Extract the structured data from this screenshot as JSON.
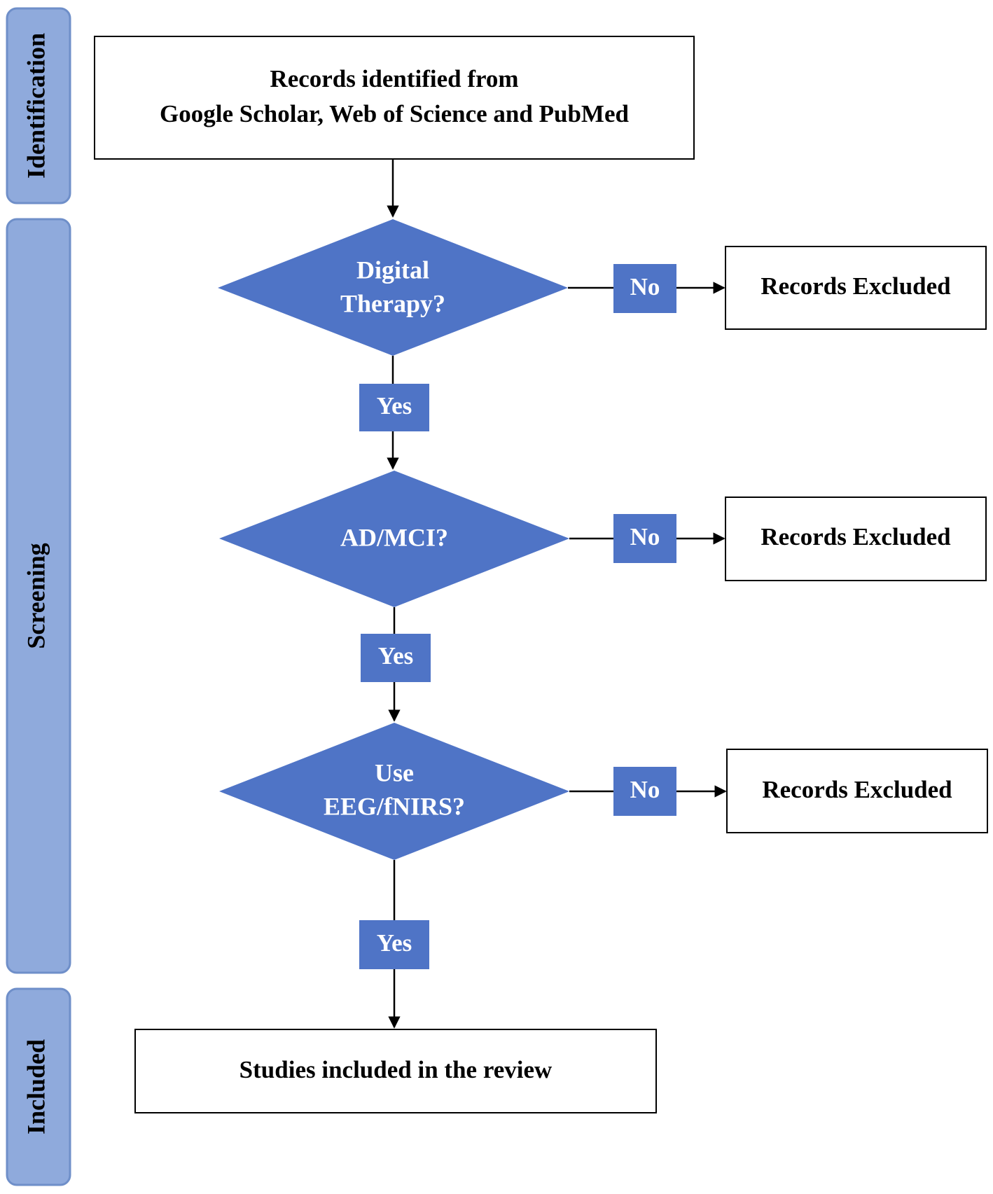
{
  "phases": {
    "identification": "Identification",
    "screening": "Screening",
    "included": "Included"
  },
  "start_box": {
    "line1": "Records identified from",
    "line2": "Google Scholar, Web of Science and PubMed"
  },
  "decisions": [
    {
      "line1": "Digital",
      "line2": "Therapy?"
    },
    {
      "line1": "AD/MCI?",
      "line2": ""
    },
    {
      "line1": "Use",
      "line2": "EEG/fNIRS?"
    }
  ],
  "yes_label": "Yes",
  "no_label": "No",
  "excluded_label": "Records Excluded",
  "end_box": {
    "label": "Studies included in the review"
  },
  "colors": {
    "phase_fill": "#8faadc",
    "phase_stroke": "#6f8fc9",
    "decision_fill": "#4f74c6",
    "label_fill": "#4f74c6",
    "box_stroke": "#000000"
  }
}
